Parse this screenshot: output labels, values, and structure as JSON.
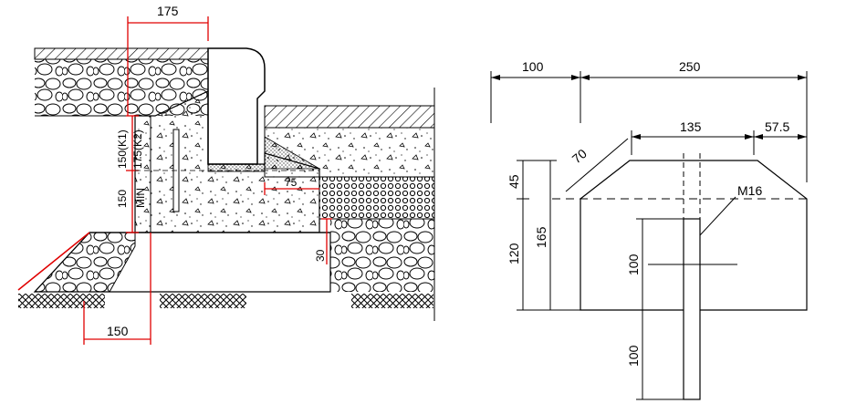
{
  "section_view": {
    "dims": {
      "top_width": "175",
      "k1": "150(K1)",
      "k2": "175(K2)",
      "base_height": "150",
      "min": "MIN",
      "gap": "75",
      "drop": "30",
      "bottom": "150"
    }
  },
  "block_view": {
    "dims": {
      "left_width": "100",
      "total_width": "250",
      "chamfer": "70",
      "pin_offset": "135",
      "right_offset": "57.5",
      "top_height": "45",
      "full_height": "165",
      "body_height": "120",
      "pin_embed": "100",
      "pin_protrude": "100"
    },
    "pin_label": "M16"
  },
  "colors": {
    "line": "#000000",
    "dimension_red": "#e00000",
    "hatch": "#000000",
    "background": "#ffffff"
  }
}
